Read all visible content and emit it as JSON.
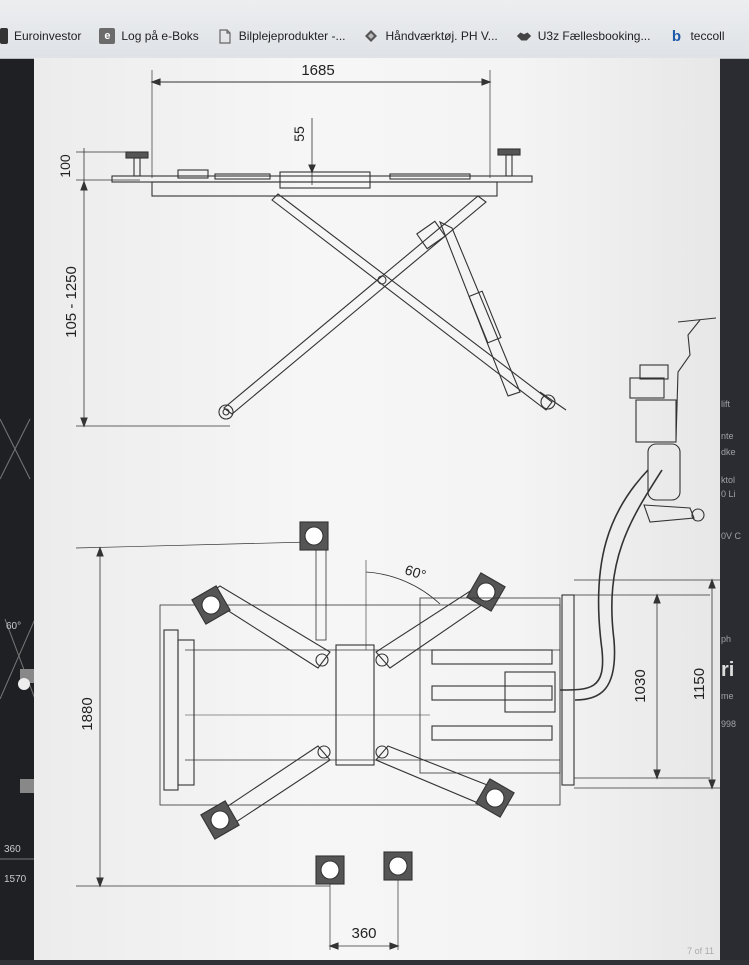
{
  "bookmarks": [
    {
      "label": "Euroinvestor",
      "icon": "bookmark-icon"
    },
    {
      "label": "Log på e-Boks",
      "icon": "e-boks-icon"
    },
    {
      "label": "Bilplejeprodukter -...",
      "icon": "page-icon"
    },
    {
      "label": "Håndværktøj. PH V...",
      "icon": "diamond-icon"
    },
    {
      "label": "U3z Fællesbooking...",
      "icon": "handshake-icon"
    },
    {
      "label": "teccoll",
      "icon": "bing-icon"
    }
  ],
  "drawing": {
    "side_view": {
      "length_label": "1685",
      "platform_thickness_label": "55",
      "pad_height_label": "100",
      "lift_range_label": "105 - 1250"
    },
    "top_view": {
      "total_length_label": "1880",
      "arm_angle_label": "60°",
      "inner_width_label": "1030",
      "outer_width_label": "1150",
      "pad_spacing_label": "360"
    }
  },
  "background_fragments": {
    "left": [
      "60°",
      "360",
      "1570"
    ],
    "right": [
      "lift",
      "nte",
      "dke",
      "ktol",
      "0 Li",
      "0V C",
      "ph",
      "ri",
      "me",
      "998"
    ]
  },
  "pager": "7 of 11"
}
